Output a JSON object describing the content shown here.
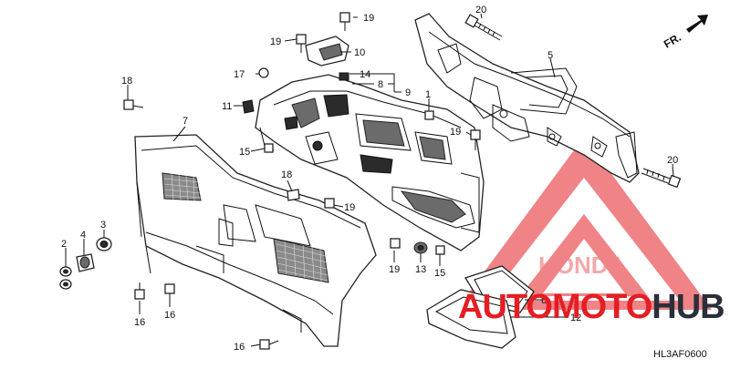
{
  "diagram": {
    "code": "HL3AF0600",
    "front_marker": "FR.",
    "callouts": [
      {
        "id": "c1",
        "text": "1"
      },
      {
        "id": "c2",
        "text": "2"
      },
      {
        "id": "c3",
        "text": "3"
      },
      {
        "id": "c4",
        "text": "4"
      },
      {
        "id": "c5",
        "text": "5"
      },
      {
        "id": "c6",
        "text": "6"
      },
      {
        "id": "c7",
        "text": "7"
      },
      {
        "id": "c8",
        "text": "8"
      },
      {
        "id": "c9",
        "text": "9"
      },
      {
        "id": "c10",
        "text": "10"
      },
      {
        "id": "c11",
        "text": "11"
      },
      {
        "id": "c12",
        "text": "12"
      },
      {
        "id": "c13",
        "text": "13"
      },
      {
        "id": "c14",
        "text": "14"
      },
      {
        "id": "c15a",
        "text": "15"
      },
      {
        "id": "c15b",
        "text": "15"
      },
      {
        "id": "c16a",
        "text": "16"
      },
      {
        "id": "c16b",
        "text": "16"
      },
      {
        "id": "c16c",
        "text": "16"
      },
      {
        "id": "c17",
        "text": "17"
      },
      {
        "id": "c18a",
        "text": "18"
      },
      {
        "id": "c18b",
        "text": "18"
      },
      {
        "id": "c19a",
        "text": "19"
      },
      {
        "id": "c19b",
        "text": "19"
      },
      {
        "id": "c19c",
        "text": "19"
      },
      {
        "id": "c19d",
        "text": "19"
      },
      {
        "id": "c19e",
        "text": "19"
      },
      {
        "id": "c20a",
        "text": "20"
      },
      {
        "id": "c20b",
        "text": "20"
      }
    ]
  },
  "watermark": {
    "brand_auto": "AUTO",
    "brand_moto": "MOTO",
    "brand_hub": "HUB",
    "emblem_text": "HONDA",
    "red": "#e31e24",
    "dark": "#2a2f3a"
  }
}
